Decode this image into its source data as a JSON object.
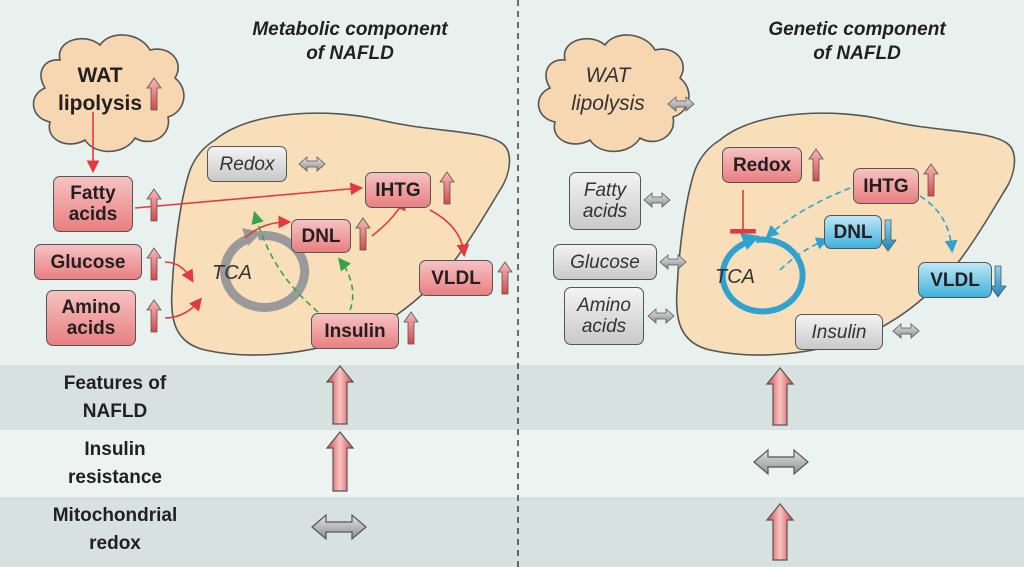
{
  "metabolic": {
    "title": "Metabolic component\nof NAFLD",
    "wat": "WAT\nlipolysis",
    "fatty_acids": "Fatty\nacids",
    "glucose": "Glucose",
    "amino_acids": "Amino\nacids",
    "redox": "Redox",
    "ihtg": "IHTG",
    "dnl": "DNL",
    "tca": "TCA",
    "vldl": "VLDL",
    "insulin": "Insulin"
  },
  "genetic": {
    "title": "Genetic component\nof NAFLD",
    "wat": "WAT\nlipolysis",
    "fatty_acids": "Fatty\nacids",
    "glucose": "Glucose",
    "amino_acids": "Amino\nacids",
    "redox": "Redox",
    "ihtg": "IHTG",
    "dnl": "DNL",
    "tca": "TCA",
    "vldl": "VLDL",
    "insulin": "Insulin"
  },
  "rows": [
    {
      "label": "Features of\nNAFLD",
      "metabolic": "up",
      "genetic": "up"
    },
    {
      "label": "Insulin\nresistance",
      "metabolic": "up",
      "genetic": "unchanged"
    },
    {
      "label": "Mitochondrial\nredox",
      "metabolic": "unchanged",
      "genetic": "up"
    }
  ],
  "colors": {
    "increase": "#e0676b",
    "decrease": "#2fa2cf",
    "unchanged": "#9a9a9a",
    "liver": "#f8dfb9",
    "adipose": "#f7d7b1"
  }
}
